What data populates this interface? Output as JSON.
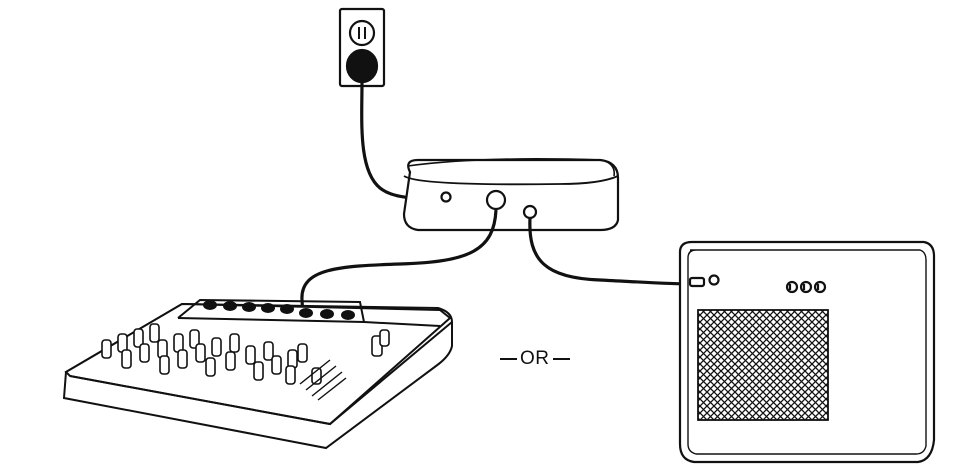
{
  "diagram": {
    "separator_label": "OR",
    "components": [
      "wall-outlet",
      "power-box",
      "mixer",
      "guitar-amp"
    ],
    "colors": {
      "stroke": "#111111",
      "fill": "#ffffff"
    }
  }
}
